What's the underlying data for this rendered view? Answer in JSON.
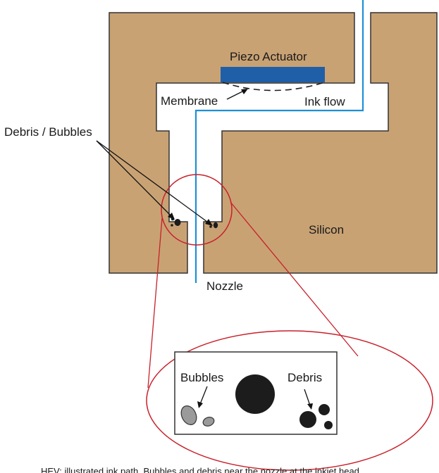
{
  "labels": {
    "piezo": "Piezo Actuator",
    "membrane": "Membrane",
    "ink_flow": "Ink flow",
    "debris_bubbles": "Debris / Bubbles",
    "silicon": "Silicon",
    "nozzle": "Nozzle",
    "bubbles": "Bubbles",
    "debris": "Debris"
  },
  "caption": "HEV: illustrated ink path. Bubbles and debris near the nozzle at the inkjet head",
  "colors": {
    "silicon": "#C9A274",
    "outline": "#333333",
    "piezo": "#1F5FA8",
    "ink_line": "#1E90D6",
    "zoom": "#C8202A",
    "particle_dark": "#1c1c1c",
    "bubble_fill": "#9a9a9a"
  }
}
